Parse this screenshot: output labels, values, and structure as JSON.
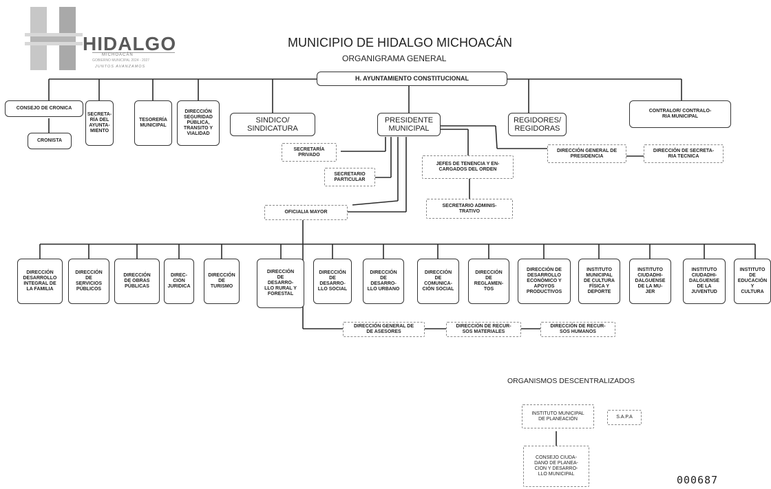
{
  "header": {
    "title": "MUNICIPIO DE HIDALGO MICHOACÁN",
    "subtitle": "ORGANIGRAMA GENERAL"
  },
  "logo": {
    "wordmark": "HIDALGO",
    "state": "MICHOACÁN",
    "admin_period": "GOBIERNO MUNICIPAL 2024 - 2027",
    "slogan": "JUNTOS AVANZAMOS"
  },
  "chart": {
    "ayuntamiento": "H. AYUNTAMIENTO CONSTITUCIONAL",
    "consejo_cronica": "CONSEJO DE CRONICA",
    "cronista": "CRONISTA",
    "secretaria_ayuntamiento": "SECRETA-\nRÍA DEL\nAYUNTA-\nMIENTO",
    "tesoreria": "TESORERÍA\nMUNICIPAL",
    "seguridad": "DIRECCIÓN\nSEGURIDAD\nPÚBLICA,\nTRANSITO Y\nVIALIDAD",
    "sindico": "SINDICO/\nSINDICATURA",
    "presidente": "PRESIDENTE\nMUNICIPAL",
    "regidores": "REGIDORES/\nREGIDORAS",
    "contralor": "CONTRALOR/ CONTRALO-\nRIA MUNICIPAL",
    "secretaria_privado": "SECRETARÍA\nPRIVADO",
    "secretario_particular": "SECRETARIO\nPARTICULAR",
    "jefes_tenencia": "JEFES DE TENENCIA Y EN-\nCARGADOS DEL ORDEN",
    "secretario_administrativo": "SECRETARIO ADMINIS-\nTRATIVO",
    "direccion_general_presidencia": "DIRECCIÓN GENERAL DE\nPRESIDENCIA",
    "direccion_secretaria_tecnica": "DIRECCIÓN DE SECRETA-\nRIA TECNICA",
    "oficialia_mayor": "OFICIALIA MAYOR",
    "departments": [
      "DIRECCIÓN\nDESARROLLO\nINTEGRAL DE\nLA FAMILIA",
      "DIRECCIÓN\nDE\nSERVICIOS\nPÚBLICOS",
      "DIRECCIÓN\nDE OBRAS\nPÚBLICAS",
      "DIREC-\nCION\nJURIDICA",
      "DIRECCIÓN\nDE\nTURISMO",
      "DIRECCIÓN\nDE\nDESARRO-\nLLO RURAL Y\nFORESTAL",
      "DIRECCIÓN\nDE\nDESARRO-\nLLO SOCIAL",
      "DIRECCIÓN\nDE\nDESARRO-\nLLO URBANO",
      "DIRECCIÓN\nDE\nCOMUNICA-\nCIÓN SOCIAL",
      "DIRECCIÓN\nDE\nREGLAMEN-\nTOS",
      "DIRECCIÓN DE\nDESARROLLO\nECONÓMICO Y\nAPOYOS\nPRODUCTIVOS",
      "INSTITUTO\nMUNICIPAL\nDE CULTURA\nFÍSICA Y\nDEPORTE",
      "INSTITUTO\nCIUDADHI-\nDALGUENSE\nDE LA MU-\nJER",
      "INSTITUTO\nCIUDADHI-\nDALGUENSE\nDE LA\nJUVENTUD",
      "INSTITUTO\nDE\nEDUCACIÓN\nY\nCULTURA"
    ],
    "direccion_asesores": "DIRECCIÓN GENERAL DE\nDE ASESORES",
    "direccion_recursos_materiales": "DIRECCIÓN DE RECUR-\nSOS MATERIALES",
    "direccion_recursos_humanos": "DIRECCIÓN DE RECUR-\nSOS HUMANOS"
  },
  "decentralized": {
    "title": "ORGANISMOS DESCENTRALIZADOS",
    "planeacion": "INSTITUTO MUNICIPAL\nDE PLANEACIÓN",
    "sapa": "S.A.P.A",
    "consejo": "CONSEJO CIUDA-\nDANO DE PLANEA-\nCION Y DESARRO-\nLLO MUNICIPAL"
  },
  "folio": "000687"
}
